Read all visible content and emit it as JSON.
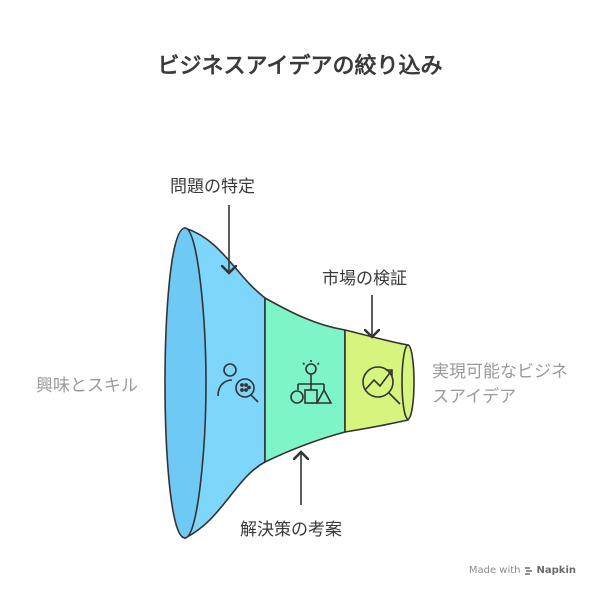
{
  "title": "ビジネスアイデアの絞り込み",
  "stages": [
    {
      "label": "問題の特定",
      "icon": "person-search-icon",
      "color": "#7ed3f8"
    },
    {
      "label": "市場の検証",
      "icon": "flowchart-icon",
      "color": "#7ef5c6"
    },
    {
      "label": "解決策の考案",
      "icon": "chart-search-icon",
      "color": "#d6f57e"
    }
  ],
  "input_label": "興味とスキル",
  "output_label": "実現可能なビジネスアイデア",
  "footer": {
    "made_with": "Made with",
    "brand": "Napkin"
  }
}
